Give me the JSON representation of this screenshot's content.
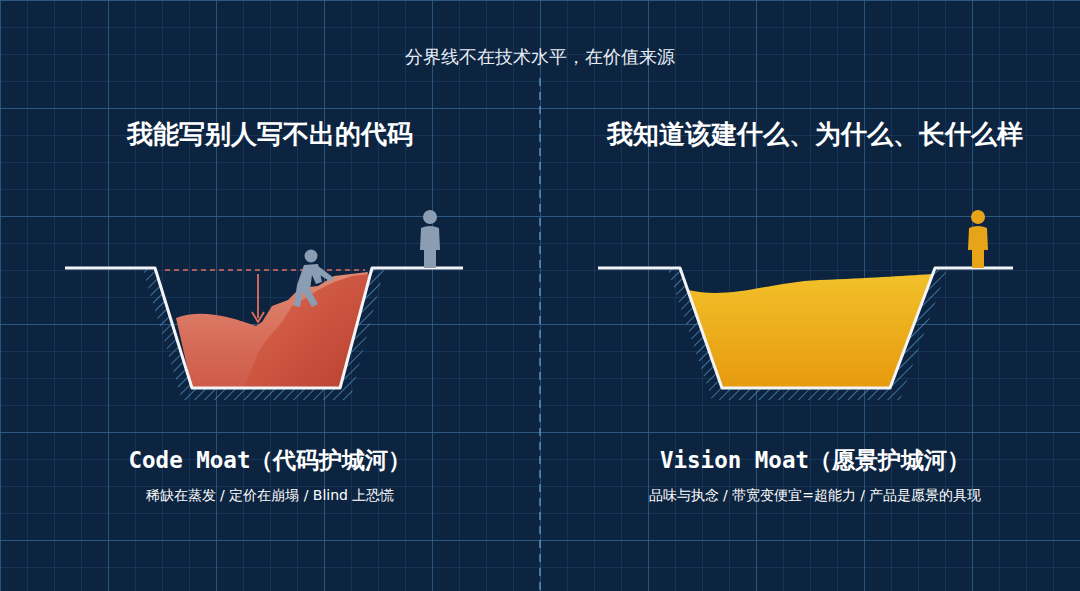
{
  "diagram": {
    "title": "分界线不在技术水平，在价值来源",
    "nodes": [
      {
        "text": [
          "我能写别人写不出的代码",
          "Code Moat（代码护城河）",
          "稀缺在蒸发 / 定价在崩塌 / Blind 上恐慌"
        ]
      },
      {
        "text": [
          "我知道该建什么、为什么、长什么样",
          "Vision Moat（愿景护城河）",
          "品味与执念 / 带宽变便宜=超能力 / 产品是愿景的具现"
        ]
      }
    ]
  }
}
